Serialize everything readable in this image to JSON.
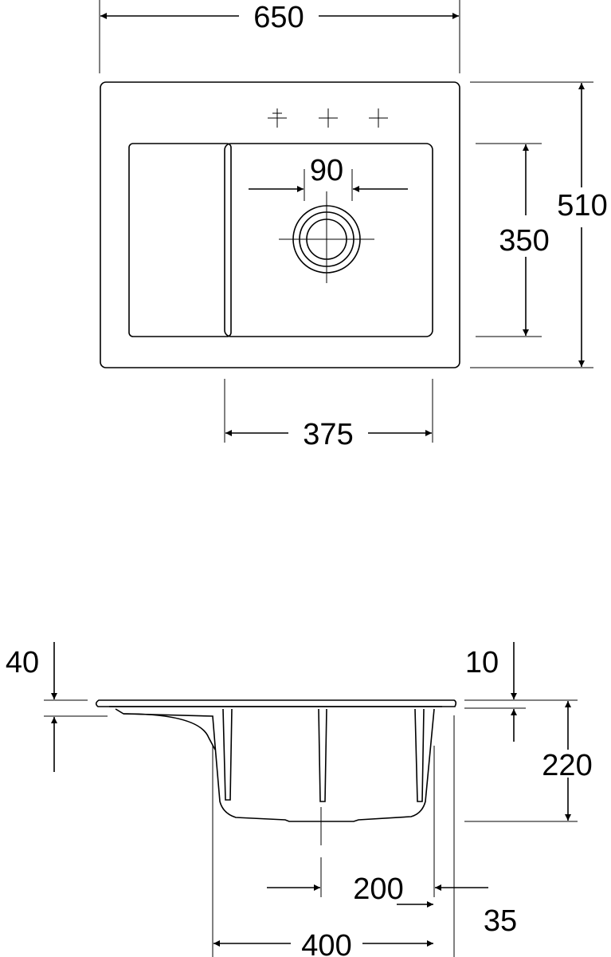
{
  "top_view": {
    "overall_width": "650",
    "overall_depth": "510",
    "bowl_depth": "350",
    "bowl_width": "375",
    "drain_offset": "90"
  },
  "side_view": {
    "rim_offset": "40",
    "rim_thickness": "10",
    "bowl_height": "220",
    "drain_center": "200",
    "edge_offset": "35",
    "cutout_width": "400"
  }
}
